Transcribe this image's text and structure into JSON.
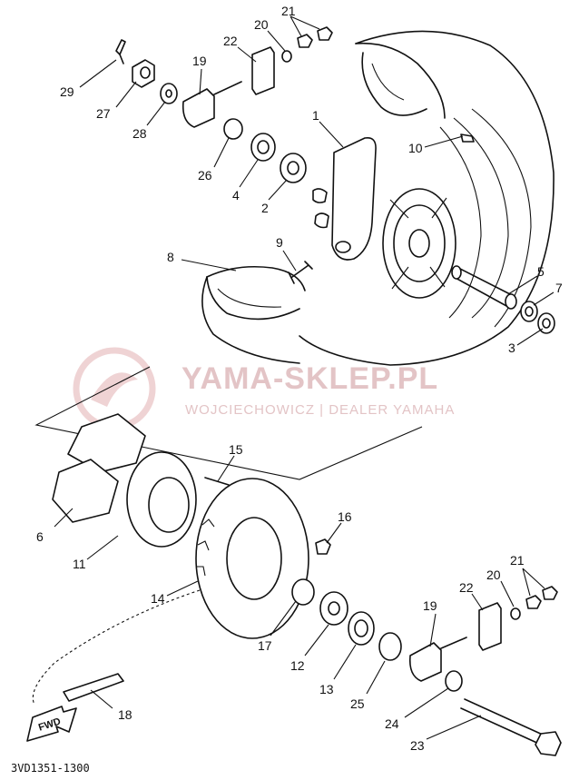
{
  "watermark": {
    "title": "YAMA-SKLEP.PL",
    "subtitle": "WOJCIECHOWICZ | DEALER YAMAHA",
    "color": "#e3c4c6"
  },
  "diagram_code": "3VD1351-1300",
  "direction_arrow": "FWD",
  "callouts": [
    {
      "id": "c1",
      "label": "1"
    },
    {
      "id": "c2",
      "label": "2"
    },
    {
      "id": "c3",
      "label": "3"
    },
    {
      "id": "c4",
      "label": "4"
    },
    {
      "id": "c5",
      "label": "5"
    },
    {
      "id": "c6",
      "label": "6"
    },
    {
      "id": "c7",
      "label": "7"
    },
    {
      "id": "c8",
      "label": "8"
    },
    {
      "id": "c9",
      "label": "9"
    },
    {
      "id": "c10",
      "label": "10"
    },
    {
      "id": "c11",
      "label": "11"
    },
    {
      "id": "c12",
      "label": "12"
    },
    {
      "id": "c13",
      "label": "13"
    },
    {
      "id": "c14",
      "label": "14"
    },
    {
      "id": "c15",
      "label": "15"
    },
    {
      "id": "c16",
      "label": "16"
    },
    {
      "id": "c17",
      "label": "17"
    },
    {
      "id": "c18",
      "label": "18"
    },
    {
      "id": "c19a",
      "label": "19"
    },
    {
      "id": "c19b",
      "label": "19"
    },
    {
      "id": "c20a",
      "label": "20"
    },
    {
      "id": "c20b",
      "label": "20"
    },
    {
      "id": "c21a",
      "label": "21"
    },
    {
      "id": "c21b",
      "label": "21"
    },
    {
      "id": "c22a",
      "label": "22"
    },
    {
      "id": "c22b",
      "label": "22"
    },
    {
      "id": "c23",
      "label": "23"
    },
    {
      "id": "c24",
      "label": "24"
    },
    {
      "id": "c25",
      "label": "25"
    },
    {
      "id": "c26",
      "label": "26"
    },
    {
      "id": "c27",
      "label": "27"
    },
    {
      "id": "c28",
      "label": "28"
    },
    {
      "id": "c29",
      "label": "29"
    }
  ]
}
